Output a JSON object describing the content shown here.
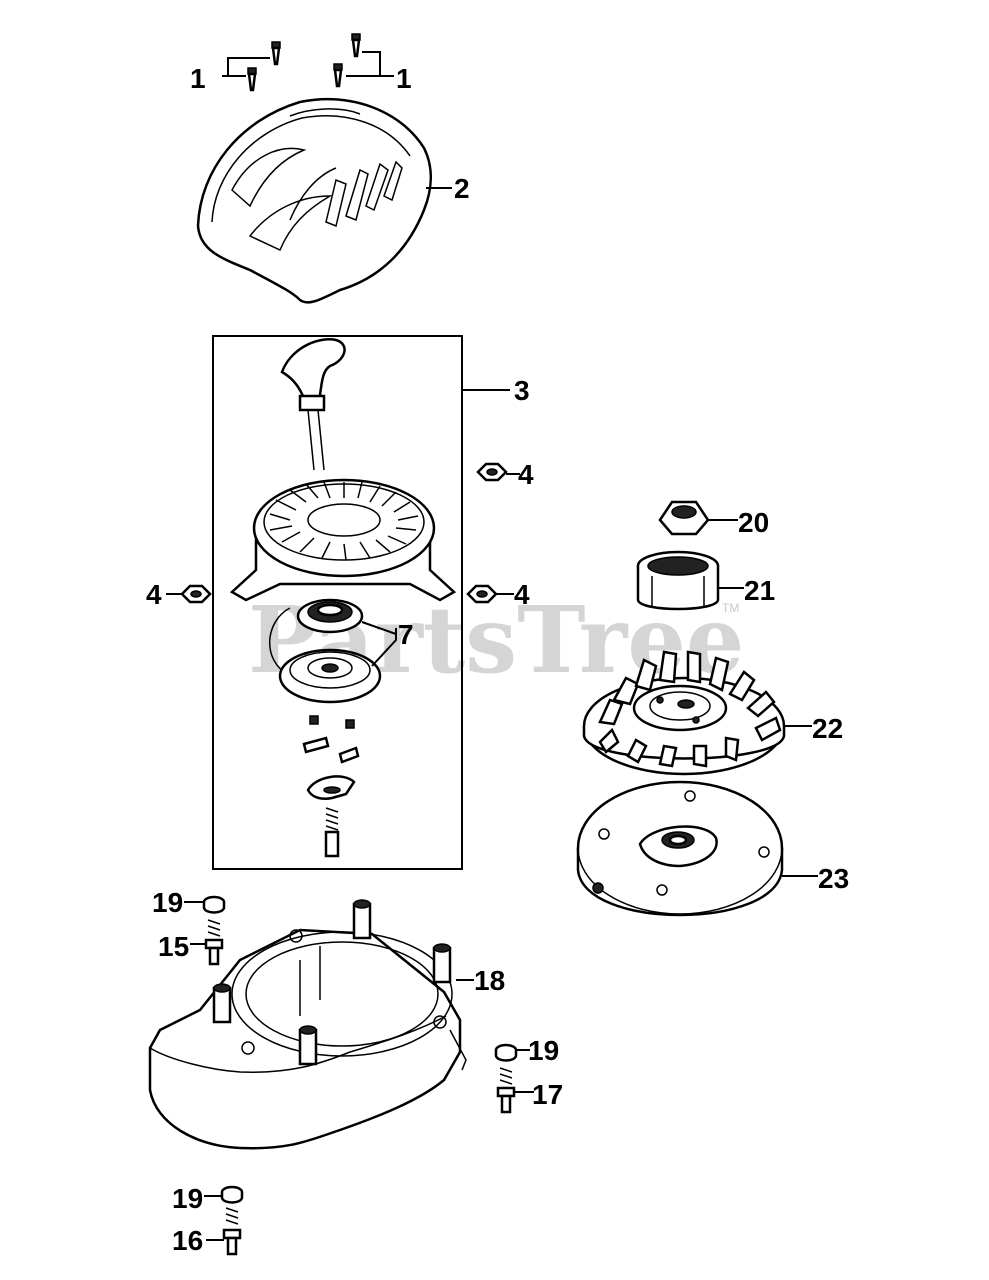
{
  "watermark": {
    "text": "PartsTree",
    "trademark": "TM"
  },
  "callouts": {
    "c1a": "1",
    "c1b": "1",
    "c2": "2",
    "c3": "3",
    "c4a": "4",
    "c4b": "4",
    "c4c": "4",
    "c7": "7",
    "c15": "15",
    "c16": "16",
    "c17": "17",
    "c18": "18",
    "c19a": "19",
    "c19b": "19",
    "c19c": "19",
    "c20": "20",
    "c21": "21",
    "c22": "22",
    "c23": "23"
  }
}
